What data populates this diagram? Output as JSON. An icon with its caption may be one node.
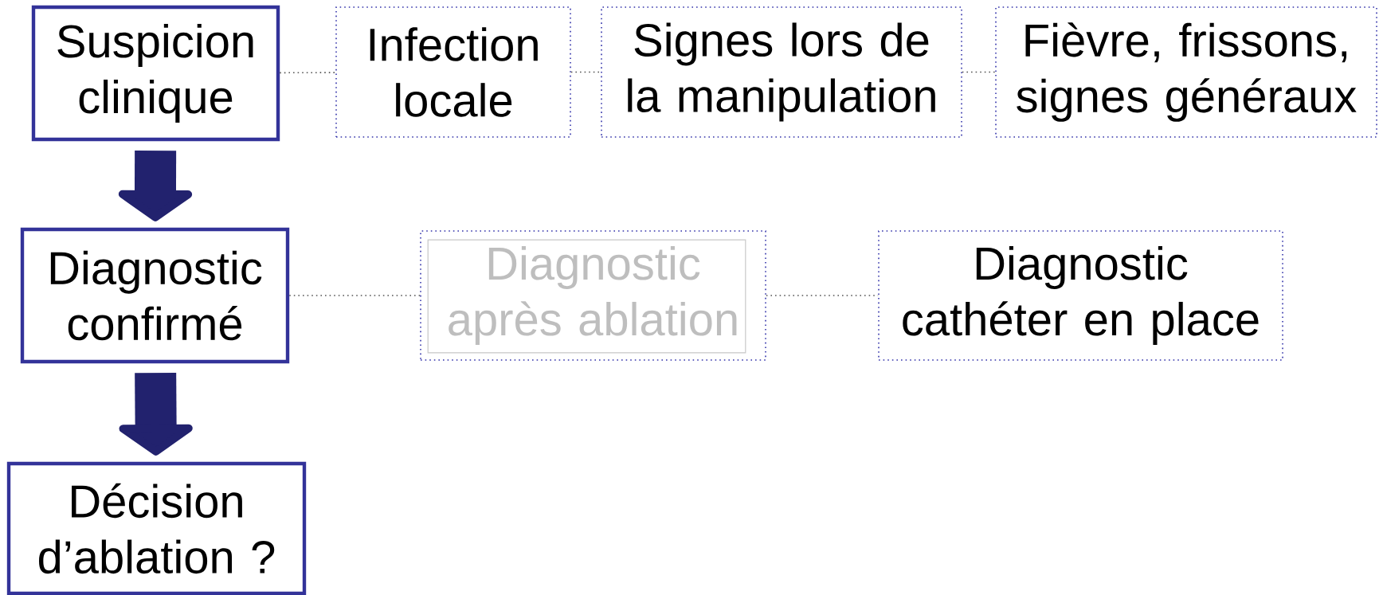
{
  "diagram": {
    "nodes": [
      {
        "text": [
          "Suspicion clinique"
        ]
      },
      {
        "text": [
          "Infection locale"
        ]
      },
      {
        "text": [
          "Signes lors de la manipulation"
        ]
      },
      {
        "text": [
          "Fièvre, frissons, signes généraux"
        ]
      },
      {
        "text": [
          "Diagnostic confirmé"
        ]
      },
      {
        "text": [
          "Diagnostic après ablation"
        ]
      },
      {
        "text": [
          "Diagnostic cathéter en place"
        ]
      },
      {
        "text": [
          "Décision d’ablation ?"
        ]
      }
    ],
    "edges": [
      {
        "from": 0,
        "to": 1,
        "arrow": "none",
        "style": "dashed"
      },
      {
        "from": 1,
        "to": 2,
        "arrow": "none",
        "style": "dashed"
      },
      {
        "from": 2,
        "to": 3,
        "arrow": "none",
        "style": "dashed"
      },
      {
        "from": 4,
        "to": 5,
        "arrow": "none",
        "style": "dashed"
      },
      {
        "from": 5,
        "to": 6,
        "arrow": "none",
        "style": "dashed"
      },
      {
        "from": 0,
        "to": 4,
        "arrow": "to",
        "style": "thick",
        "color": "#22226e"
      },
      {
        "from": 4,
        "to": 7,
        "arrow": "to",
        "style": "thick",
        "color": "#22226e"
      }
    ]
  }
}
